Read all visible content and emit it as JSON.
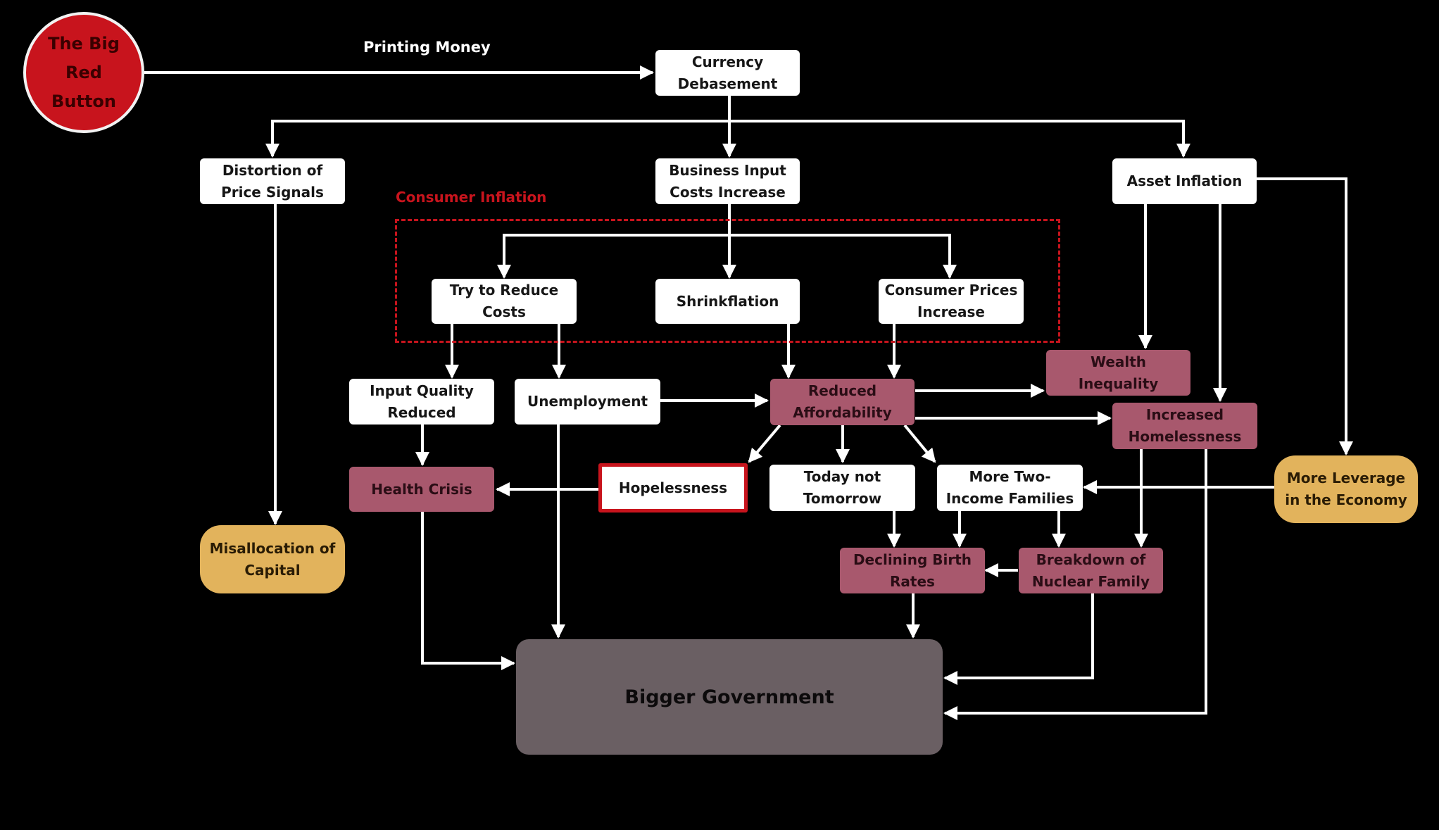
{
  "start": "The Big Red Button",
  "labels": {
    "printing_money": "Printing Money",
    "consumer_inflation": "Consumer Inflation"
  },
  "nodes": {
    "currency_debasement": "Currency Debasement",
    "distortion_price_signals": "Distortion of Price Signals",
    "business_input_costs": "Business Input Costs Increase",
    "asset_inflation": "Asset Inflation",
    "try_reduce_costs": "Try to Reduce Costs",
    "shrinkflation": "Shrinkflation",
    "consumer_prices": "Consumer Prices Increase",
    "wealth_inequality": "Wealth Inequality",
    "input_quality": "Input Quality Reduced",
    "unemployment": "Unemployment",
    "reduced_affordability": "Reduced Affordability",
    "increased_homelessness": "Increased Homelessness",
    "health_crisis": "Health Crisis",
    "hopelessness": "Hopelessness",
    "today_not_tomorrow": "Today not Tomorrow",
    "two_income": "More Two-Income Families",
    "more_leverage": "More Leverage in the Economy",
    "misallocation": "Misallocation of Capital",
    "declining_birth": "Declining Birth Rates",
    "nuclear_family": "Breakdown of Nuclear Family",
    "bigger_government": "Bigger Government"
  },
  "colors": {
    "background": "#000000",
    "box": "#ffffff",
    "consequence": "#a8586d",
    "outcome": "#e2b35c",
    "government": "#6a5f63",
    "accent_red": "#c8141d",
    "arrow": "#ffffff"
  }
}
